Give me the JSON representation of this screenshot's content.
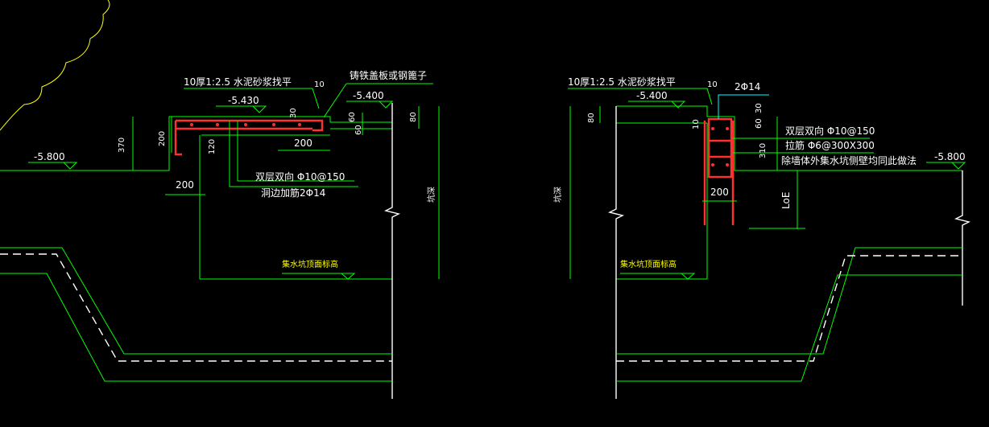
{
  "left_detail": {
    "finish_note": "10厚1:2.5 水泥砂浆找平",
    "cover_note": "铸铁盖板或钢篦子",
    "level_slab": "-5.430",
    "level_top": "-5.400",
    "level_ground": "-5.800",
    "dim_10": "10",
    "dim_30": "30",
    "dim_60a": "60",
    "dim_60b": "60",
    "dim_80": "80",
    "dim_370": "370",
    "dim_200_v": "200",
    "dim_120": "120",
    "dim_200_h": "200",
    "dim_200_bottom": "200",
    "rebar_note": "双层双向 Φ10@150",
    "opening_note": "洞边加筋2Φ14",
    "depth_label": "坑深",
    "pit_label": "集水坑顶面标高"
  },
  "right_detail": {
    "finish_note": "10厚1:2.5 水泥砂浆找平",
    "level_top": "-5.400",
    "level_ground": "-5.800",
    "dim_10a": "10",
    "dim_10b": "10",
    "bar_2phi14": "2Φ14",
    "dim_60": "60",
    "dim_30": "30",
    "dim_80": "80",
    "dim_310": "310",
    "dim_200": "200",
    "rebar_note": "双层双向 Φ10@150",
    "stirrup_note": "拉筋 Φ6@300X300",
    "wall_note": "除墙体外集水坑侧壁均同此做法",
    "loe_label": "LoE",
    "depth_label": "坑深",
    "pit_label": "集水坑顶面标高"
  }
}
